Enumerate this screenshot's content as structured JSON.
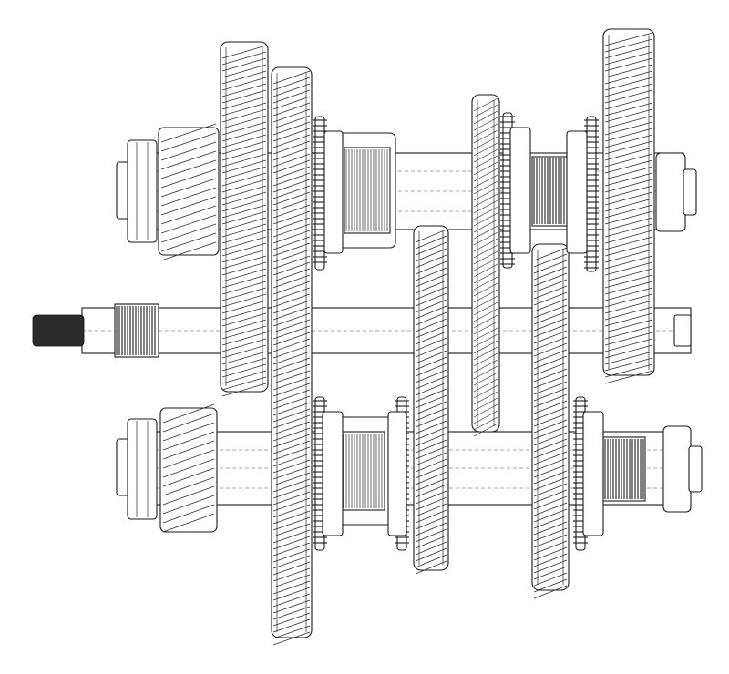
{
  "drawing": {
    "subject": "",
    "style": "wireframe",
    "colors": {
      "line": "#1a1a1a",
      "background": "#ffffff",
      "spline": "#2a2a2a"
    },
    "shafts": [
      {
        "id": "upper-countershaft",
        "label": ""
      },
      {
        "id": "main-input-shaft",
        "label": ""
      },
      {
        "id": "lower-countershaft",
        "label": ""
      }
    ]
  }
}
